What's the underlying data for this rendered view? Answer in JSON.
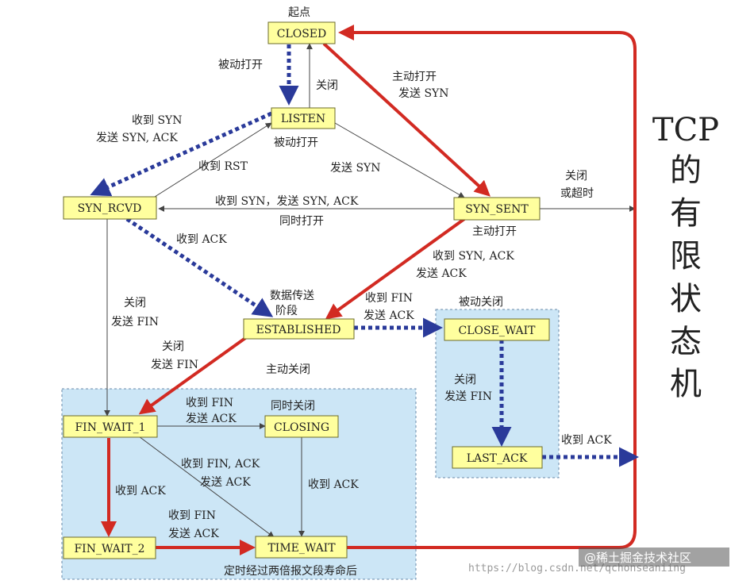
{
  "origin_label": "起点",
  "states": {
    "closed": "CLOSED",
    "listen": "LISTEN",
    "syn_rcvd": "SYN_RCVD",
    "syn_sent": "SYN_SENT",
    "established": "ESTABLISHED",
    "close_wait": "CLOSE_WAIT",
    "last_ack": "LAST_ACK",
    "fin_wait_1": "FIN_WAIT_1",
    "closing": "CLOSING",
    "fin_wait_2": "FIN_WAIT_2",
    "time_wait": "TIME_WAIT"
  },
  "labels": {
    "passive_open": "被动打开",
    "close": "关闭",
    "active_open_l1": "主动打开",
    "active_open_l2": "发送 SYN",
    "recv_syn_l1": "收到 SYN",
    "recv_syn_l2": "发送 SYN, ACK",
    "passive_open_2": "被动打开",
    "recv_rst": "收到 RST",
    "send_syn": "发送 SYN",
    "close_timeout_l1": "关闭",
    "close_timeout_l2": "或超时",
    "simul_l1": "收到 SYN，发送 SYN, ACK",
    "simul_l2": "同时打开",
    "active_open_3": "主动打开",
    "recv_ack_1": "收到 ACK",
    "recv_synack_l1": "收到 SYN, ACK",
    "recv_synack_l2": "发送 ACK",
    "data_l1": "数据传送",
    "data_l2": "阶段",
    "recv_fin_l1": "收到 FIN",
    "recv_fin_l2": "发送 ACK",
    "passive_close": "被动关闭",
    "close_fin_a_l1": "关闭",
    "close_fin_a_l2": "发送 FIN",
    "close_fin_b_l1": "关闭",
    "close_fin_b_l2": "发送 FIN",
    "active_close": "主动关闭",
    "close_fin_c_l1": "关闭",
    "close_fin_c_l2": "发送 FIN",
    "fw1_fin_l1": "收到 FIN",
    "fw1_fin_l2": "发送 ACK",
    "simul_close": "同时关闭",
    "finack_l1": "收到 FIN, ACK",
    "finack_l2": "发送 ACK",
    "recv_ack_2": "收到 ACK",
    "recv_ack_3": "收到 ACK",
    "fw2_fin_l1": "收到 FIN",
    "fw2_fin_l2": "发送 ACK",
    "recv_ack_4": "收到 ACK",
    "timeout": "定时经过两倍报文段寿命后"
  },
  "title_chars": [
    "TCP",
    "的",
    "有",
    "限",
    "状",
    "态",
    "机"
  ],
  "watermark": "https://blog.csdn.net/qchonseaniing",
  "watermark_brand": "@稀土掘金技术社区",
  "colors": {
    "state_fill": "#ffff9e",
    "region_fill": "#cce6f6",
    "red_arrow": "#d22a22",
    "blue_arrow": "#2a3a9a",
    "thin_line": "#444444"
  }
}
